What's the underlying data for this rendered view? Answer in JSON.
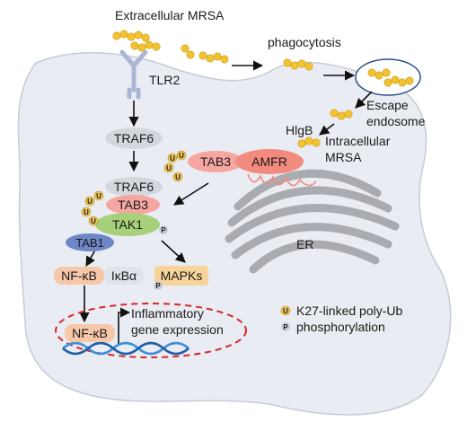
{
  "labels": {
    "extracellular_mrsa": "Extracellular MRSA",
    "tlr2": "TLR2",
    "phagocytosis": "phagocytosis",
    "escape_endosome_line1": "Escape",
    "escape_endosome_line2": "endosome",
    "hlgb": "HlgB",
    "intracellular_line1": "Intracellular",
    "intracellular_line2": "MRSA",
    "traf6_top": "TRAF6",
    "traf6_complex": "TRAF6",
    "tab3_complex": "TAB3",
    "tak1": "TAK1",
    "tab1": "TAB1",
    "tab3_upper": "TAB3",
    "amfr": "AMFR",
    "er": "ER",
    "nfkb_cytoplasm": "NF-κB",
    "ikba": "IκBα",
    "mapks": "MAPKs",
    "nfkb_nucleus": "NF-κB",
    "gene_line1": "Inflammatory",
    "gene_line2": "gene expression"
  },
  "marks": {
    "ubiquitin": "U",
    "phosphorylation": "P"
  },
  "legend": {
    "ub_label": "K27-linked poly-Ub",
    "p_label": "phosphorylation"
  },
  "colors": {
    "cell": "#e9ecf2",
    "cell_stroke": "#c6ccd6",
    "bacteria": "#f2c230",
    "bacteria_stroke": "#c99a10",
    "tlr2": "#a9b6d4",
    "traf6": "#d4d7de",
    "tab3": "#f6a6a0",
    "tak1": "#a6d07a",
    "tab1": "#6e86c6",
    "amfr": "#f28a7e",
    "nfkb": "#f6c7a8",
    "ikba": "#dfe3ea",
    "mapks": "#f7d49a",
    "ub": "#f0c65a",
    "p_badge": "#c8ccd4",
    "er": "#a9abb0",
    "dna1": "#3d8fd9",
    "dna2": "#1f5fa8",
    "nucleus_dash": "#d9262c",
    "endosome": "#2c4f8a"
  }
}
